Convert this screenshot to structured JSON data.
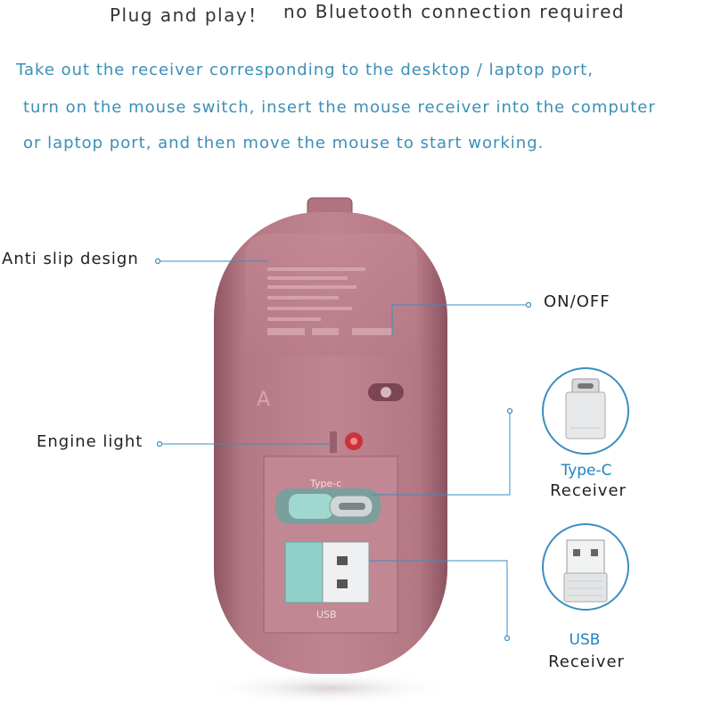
{
  "header": {
    "title_left": "Plug and play！",
    "title_right": "no Bluetooth connection required"
  },
  "instructions": [
    "Take out the receiver corresponding to the desktop / laptop port,",
    "turn on the mouse switch, insert the mouse receiver into the computer",
    "or laptop port, and then move the mouse to start working."
  ],
  "callouts": {
    "anti_slip": "Anti slip design",
    "on_off": "ON/OFF",
    "engine_light": "Engine light"
  },
  "mouse_labels": {
    "letter": "A",
    "typec_slot": "Type-c",
    "usb_slot": "USB"
  },
  "receivers": [
    {
      "name": "Type-C",
      "sub": "Receiver",
      "icon": "type-c-connector-icon"
    },
    {
      "name": "USB",
      "sub": "Receiver",
      "icon": "usb-connector-icon"
    }
  ],
  "colors": {
    "mouse_body": "#b0727f",
    "accent_blue": "#1d85c2",
    "instruction_text": "#3b8fb8",
    "receiver_teal": "#8fd0c8"
  }
}
